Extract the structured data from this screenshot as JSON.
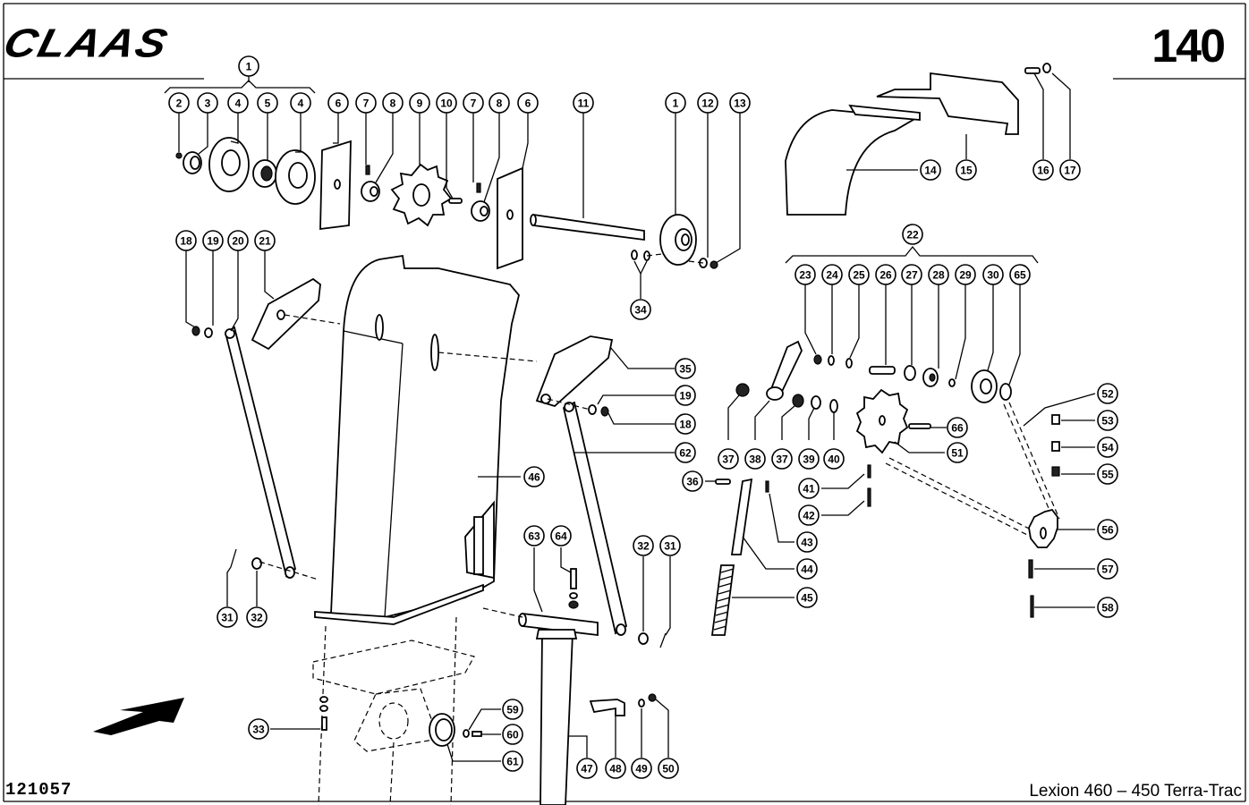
{
  "header": {
    "brand": "CLAAS",
    "page_number": "140"
  },
  "footer": {
    "drawing_number": "121057",
    "model": "Lexion 460 – 450 Terra-Trac"
  },
  "groups": [
    {
      "parent": "1",
      "children": [
        "2",
        "3",
        "4",
        "5",
        "4"
      ]
    },
    {
      "parent": "22",
      "children": [
        "23",
        "24",
        "25",
        "26",
        "27",
        "28",
        "29",
        "30",
        "65"
      ]
    }
  ],
  "callouts": [
    {
      "id": "c1a",
      "num": "1"
    },
    {
      "id": "c2",
      "num": "2"
    },
    {
      "id": "c3",
      "num": "3"
    },
    {
      "id": "c4a",
      "num": "4"
    },
    {
      "id": "c5",
      "num": "5"
    },
    {
      "id": "c4b",
      "num": "4"
    },
    {
      "id": "c6a",
      "num": "6"
    },
    {
      "id": "c7a",
      "num": "7"
    },
    {
      "id": "c8a",
      "num": "8"
    },
    {
      "id": "c9",
      "num": "9"
    },
    {
      "id": "c10",
      "num": "10"
    },
    {
      "id": "c7b",
      "num": "7"
    },
    {
      "id": "c8b",
      "num": "8"
    },
    {
      "id": "c6b",
      "num": "6"
    },
    {
      "id": "c11",
      "num": "11"
    },
    {
      "id": "c1b",
      "num": "1"
    },
    {
      "id": "c12",
      "num": "12"
    },
    {
      "id": "c13",
      "num": "13"
    },
    {
      "id": "c14",
      "num": "14"
    },
    {
      "id": "c15",
      "num": "15"
    },
    {
      "id": "c16",
      "num": "16"
    },
    {
      "id": "c17",
      "num": "17"
    },
    {
      "id": "c18a",
      "num": "18"
    },
    {
      "id": "c19a",
      "num": "19"
    },
    {
      "id": "c20",
      "num": "20"
    },
    {
      "id": "c21",
      "num": "21"
    },
    {
      "id": "c34",
      "num": "34"
    },
    {
      "id": "c22",
      "num": "22"
    },
    {
      "id": "c23",
      "num": "23"
    },
    {
      "id": "c24",
      "num": "24"
    },
    {
      "id": "c25",
      "num": "25"
    },
    {
      "id": "c26",
      "num": "26"
    },
    {
      "id": "c27",
      "num": "27"
    },
    {
      "id": "c28",
      "num": "28"
    },
    {
      "id": "c29",
      "num": "29"
    },
    {
      "id": "c30",
      "num": "30"
    },
    {
      "id": "c65",
      "num": "65"
    },
    {
      "id": "c35",
      "num": "35"
    },
    {
      "id": "c19b",
      "num": "19"
    },
    {
      "id": "c18b",
      "num": "18"
    },
    {
      "id": "c62",
      "num": "62"
    },
    {
      "id": "c46",
      "num": "46"
    },
    {
      "id": "c36",
      "num": "36"
    },
    {
      "id": "c37a",
      "num": "37"
    },
    {
      "id": "c38",
      "num": "38"
    },
    {
      "id": "c37b",
      "num": "37"
    },
    {
      "id": "c39",
      "num": "39"
    },
    {
      "id": "c40",
      "num": "40"
    },
    {
      "id": "c66",
      "num": "66"
    },
    {
      "id": "c51",
      "num": "51"
    },
    {
      "id": "c41",
      "num": "41"
    },
    {
      "id": "c42",
      "num": "42"
    },
    {
      "id": "c43",
      "num": "43"
    },
    {
      "id": "c44",
      "num": "44"
    },
    {
      "id": "c45",
      "num": "45"
    },
    {
      "id": "c52",
      "num": "52"
    },
    {
      "id": "c53",
      "num": "53"
    },
    {
      "id": "c54",
      "num": "54"
    },
    {
      "id": "c55",
      "num": "55"
    },
    {
      "id": "c56",
      "num": "56"
    },
    {
      "id": "c57",
      "num": "57"
    },
    {
      "id": "c58",
      "num": "58"
    },
    {
      "id": "c63",
      "num": "63"
    },
    {
      "id": "c64",
      "num": "64"
    },
    {
      "id": "c32a",
      "num": "32"
    },
    {
      "id": "c31a",
      "num": "31"
    },
    {
      "id": "c31b",
      "num": "31"
    },
    {
      "id": "c32b",
      "num": "32"
    },
    {
      "id": "c33",
      "num": "33"
    },
    {
      "id": "c59",
      "num": "59"
    },
    {
      "id": "c60",
      "num": "60"
    },
    {
      "id": "c61",
      "num": "61"
    },
    {
      "id": "c47",
      "num": "47"
    },
    {
      "id": "c48",
      "num": "48"
    },
    {
      "id": "c49",
      "num": "49"
    },
    {
      "id": "c50",
      "num": "50"
    }
  ]
}
